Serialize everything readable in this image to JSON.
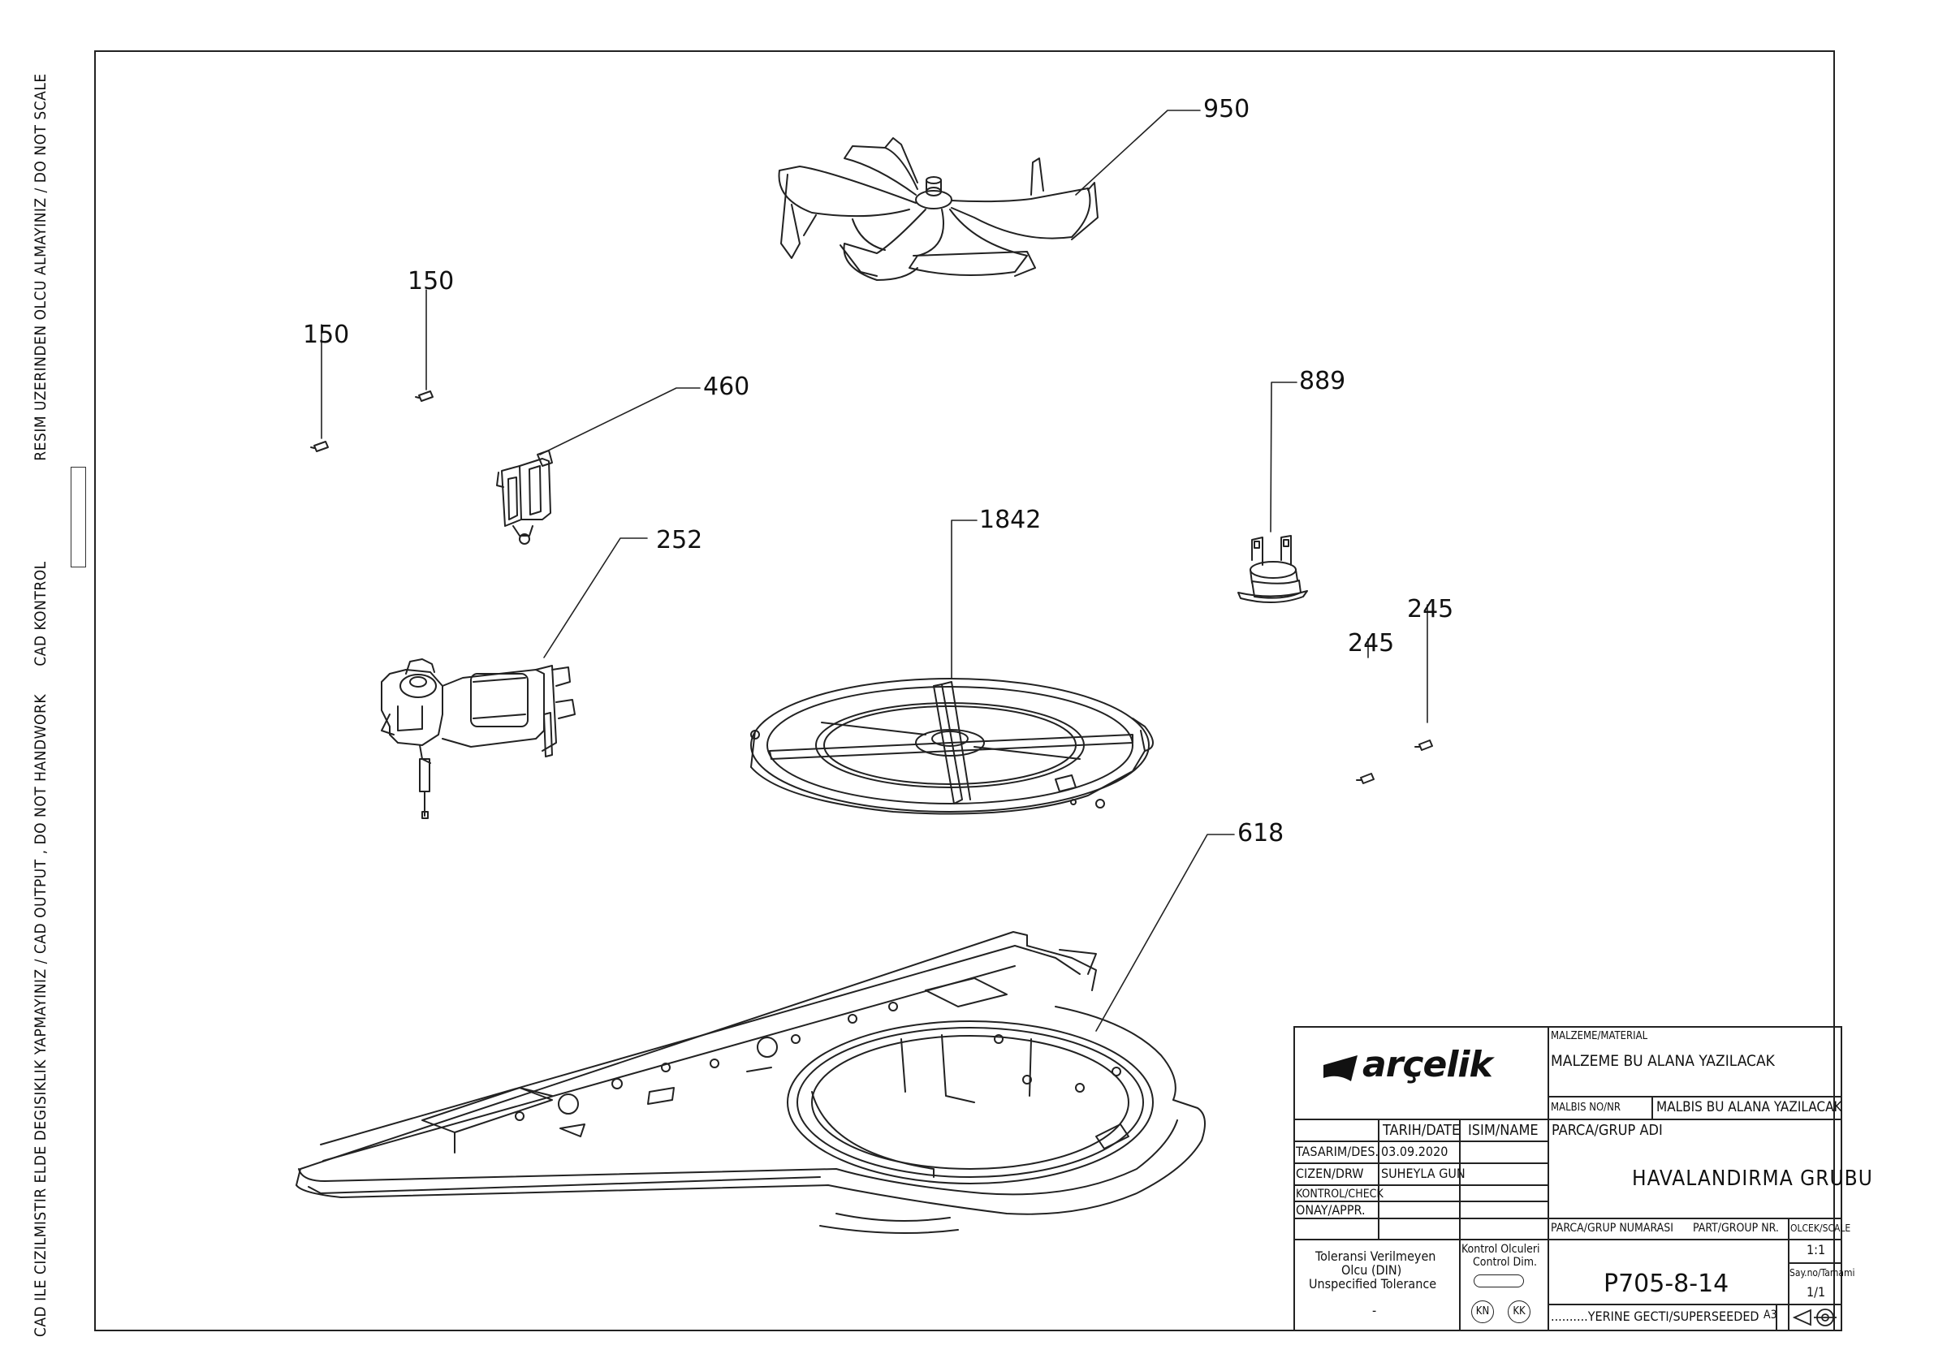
{
  "margin_notes": {
    "do_not_scale": "RESIM UZERINDEN OLCU ALMAYINIZ / DO NOT SCALE",
    "cad_kontrol": "CAD KONTROL",
    "do_not_handwork": "CAD ILE CIZILMISTIR ELDE DEGISIKLIK YAPMAYINIZ / CAD OUTPUT , DO NOT HANDWORK"
  },
  "callouts": {
    "fan": "950",
    "screw_150_a": "150",
    "screw_150_b": "150",
    "bracket": "460",
    "motor": "252",
    "fan_cover": "1842",
    "thermostat": "889",
    "screw_245_a": "245",
    "screw_245_b": "245",
    "air_duct": "618"
  },
  "title_block": {
    "logo": "arçelik",
    "material_header": "MALZEME/MATERIAL",
    "material_value": "MALZEME BU ALANA YAZILACAK",
    "malbis_header": "MALBIS NO/NR",
    "malbis_value": "MALBIS BU ALANA YAZILACAK",
    "part_name_header": "PARCA/GRUP ADI",
    "part_name": "HAVALANDIRMA GRUBU",
    "date_header": "TARIH/DATE",
    "name_header": "ISIM/NAME",
    "rows": [
      {
        "label": "TASARIM/DES.",
        "date": "03.09.2020",
        "name": ""
      },
      {
        "label": "CIZEN/DRW",
        "date": "SUHEYLA GUN",
        "name": ""
      },
      {
        "label": "KONTROL/CHECK",
        "date": "",
        "name": ""
      },
      {
        "label": "ONAY/APPR.",
        "date": "",
        "name": ""
      }
    ],
    "part_number_header": "PARCA/GRUP NUMARASI",
    "part_number_header_en": "PART/GROUP NR.",
    "part_number": "P705-8-14",
    "scale_header": "OLCEK/SCALE",
    "scale_value": "1:1",
    "sheet_header": "Say.no/Tamami",
    "sheet_value": "1/1",
    "tolerance_line1": "Toleransi Verilmeyen",
    "tolerance_line2": "Olcu (DIN)",
    "tolerance_line3": "Unspecified Tolerance",
    "tolerance_value": "-",
    "control_line1": "Kontrol Olculeri",
    "control_line2": "Control Dim.",
    "kn": "KN",
    "kk": "KK",
    "superseeded": "..........YERINE GECTI/SUPERSEEDED",
    "sheet_size": "A3"
  }
}
